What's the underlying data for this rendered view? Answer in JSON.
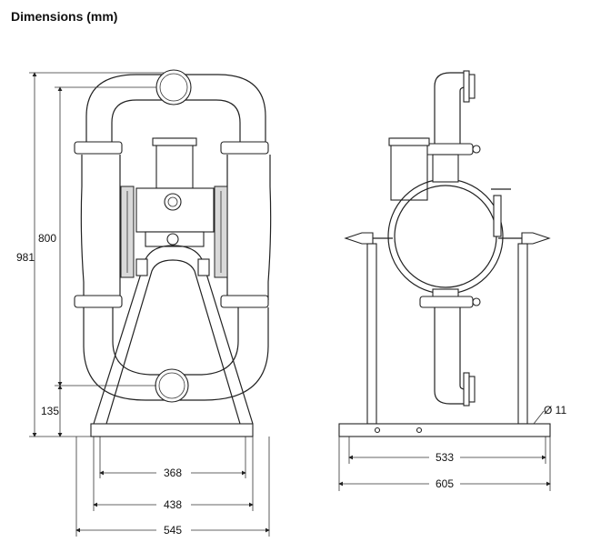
{
  "title": "Dimensions (mm)",
  "dimensions": {
    "height_total": "981",
    "height_inlet": "800",
    "height_outlet": "135",
    "width_368": "368",
    "width_438": "438",
    "width_545": "545",
    "side_width_533": "533",
    "side_width_605": "605",
    "hole_diameter": "Ø 11"
  }
}
